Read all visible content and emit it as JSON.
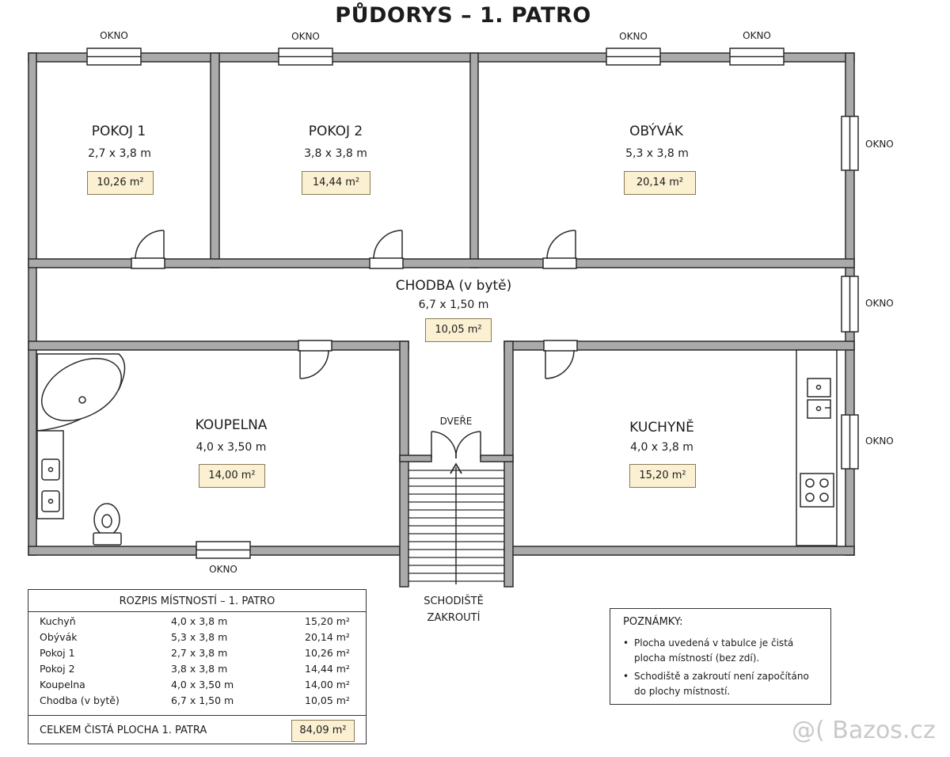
{
  "title": "PŮDORYS – 1. PATRO",
  "window_label": "OKNO",
  "rooms": [
    {
      "name": "POKOJ 1",
      "dims": "2,7 x 3,8 m",
      "area": "10,26 m²"
    },
    {
      "name": "POKOJ 2",
      "dims": "3,8 x 3,8 m",
      "area": "14,44 m²"
    },
    {
      "name": "OBÝVÁK",
      "dims": "5,3 x 3,8 m",
      "area": "20,14 m²"
    },
    {
      "name": "CHODBA (v bytě)",
      "dims": "6,7 x 1,50 m",
      "area": "10,05 m²"
    },
    {
      "name": "KOUPELNA",
      "dims": "4,0 x 3,50 m",
      "area": "14,00 m²"
    },
    {
      "name": "KUCHYNĚ",
      "dims": "4,0 x 3,8 m",
      "area": "15,20 m²"
    }
  ],
  "door_label": "DVEŘE",
  "stairs_label": [
    "SCHODIŠTĚ",
    "ZAKROUTÍ"
  ],
  "summary": {
    "title": "ROZPIS MÍSTNOSTÍ – 1. PATRO",
    "rows": [
      {
        "name": "Kuchyň",
        "dims": "4,0 x 3,8 m",
        "area": "15,20 m²"
      },
      {
        "name": "Obývák",
        "dims": "5,3 x 3,8 m",
        "area": "20,14 m²"
      },
      {
        "name": "Pokoj 1",
        "dims": "2,7 x 3,8 m",
        "area": "10,26 m²"
      },
      {
        "name": "Pokoj 2",
        "dims": "3,8 x 3,8 m",
        "area": "14,44 m²"
      },
      {
        "name": "Koupelna",
        "dims": "4,0 x 3,50 m",
        "area": "14,00 m²"
      },
      {
        "name": "Chodba (v bytě)",
        "dims": "6,7 x 1,50 m",
        "area": "10,05 m²"
      }
    ],
    "total_label": "CELKEM ČISTÁ PLOCHA 1. PATRA",
    "total_value": "84,09 m²"
  },
  "notes": {
    "title": "POZNÁMKY:",
    "items": [
      "Plocha uvedená v tabulce je čistá plocha místností (bez zdí).",
      "Schodiště a zakroutí není započítáno do plochy místností."
    ]
  },
  "watermark": "@( Bazos.cz",
  "colors": {
    "wall": "#aaaaaa",
    "wall_outline": "#2a2a2a",
    "area_fill": "#fbf0d2"
  }
}
